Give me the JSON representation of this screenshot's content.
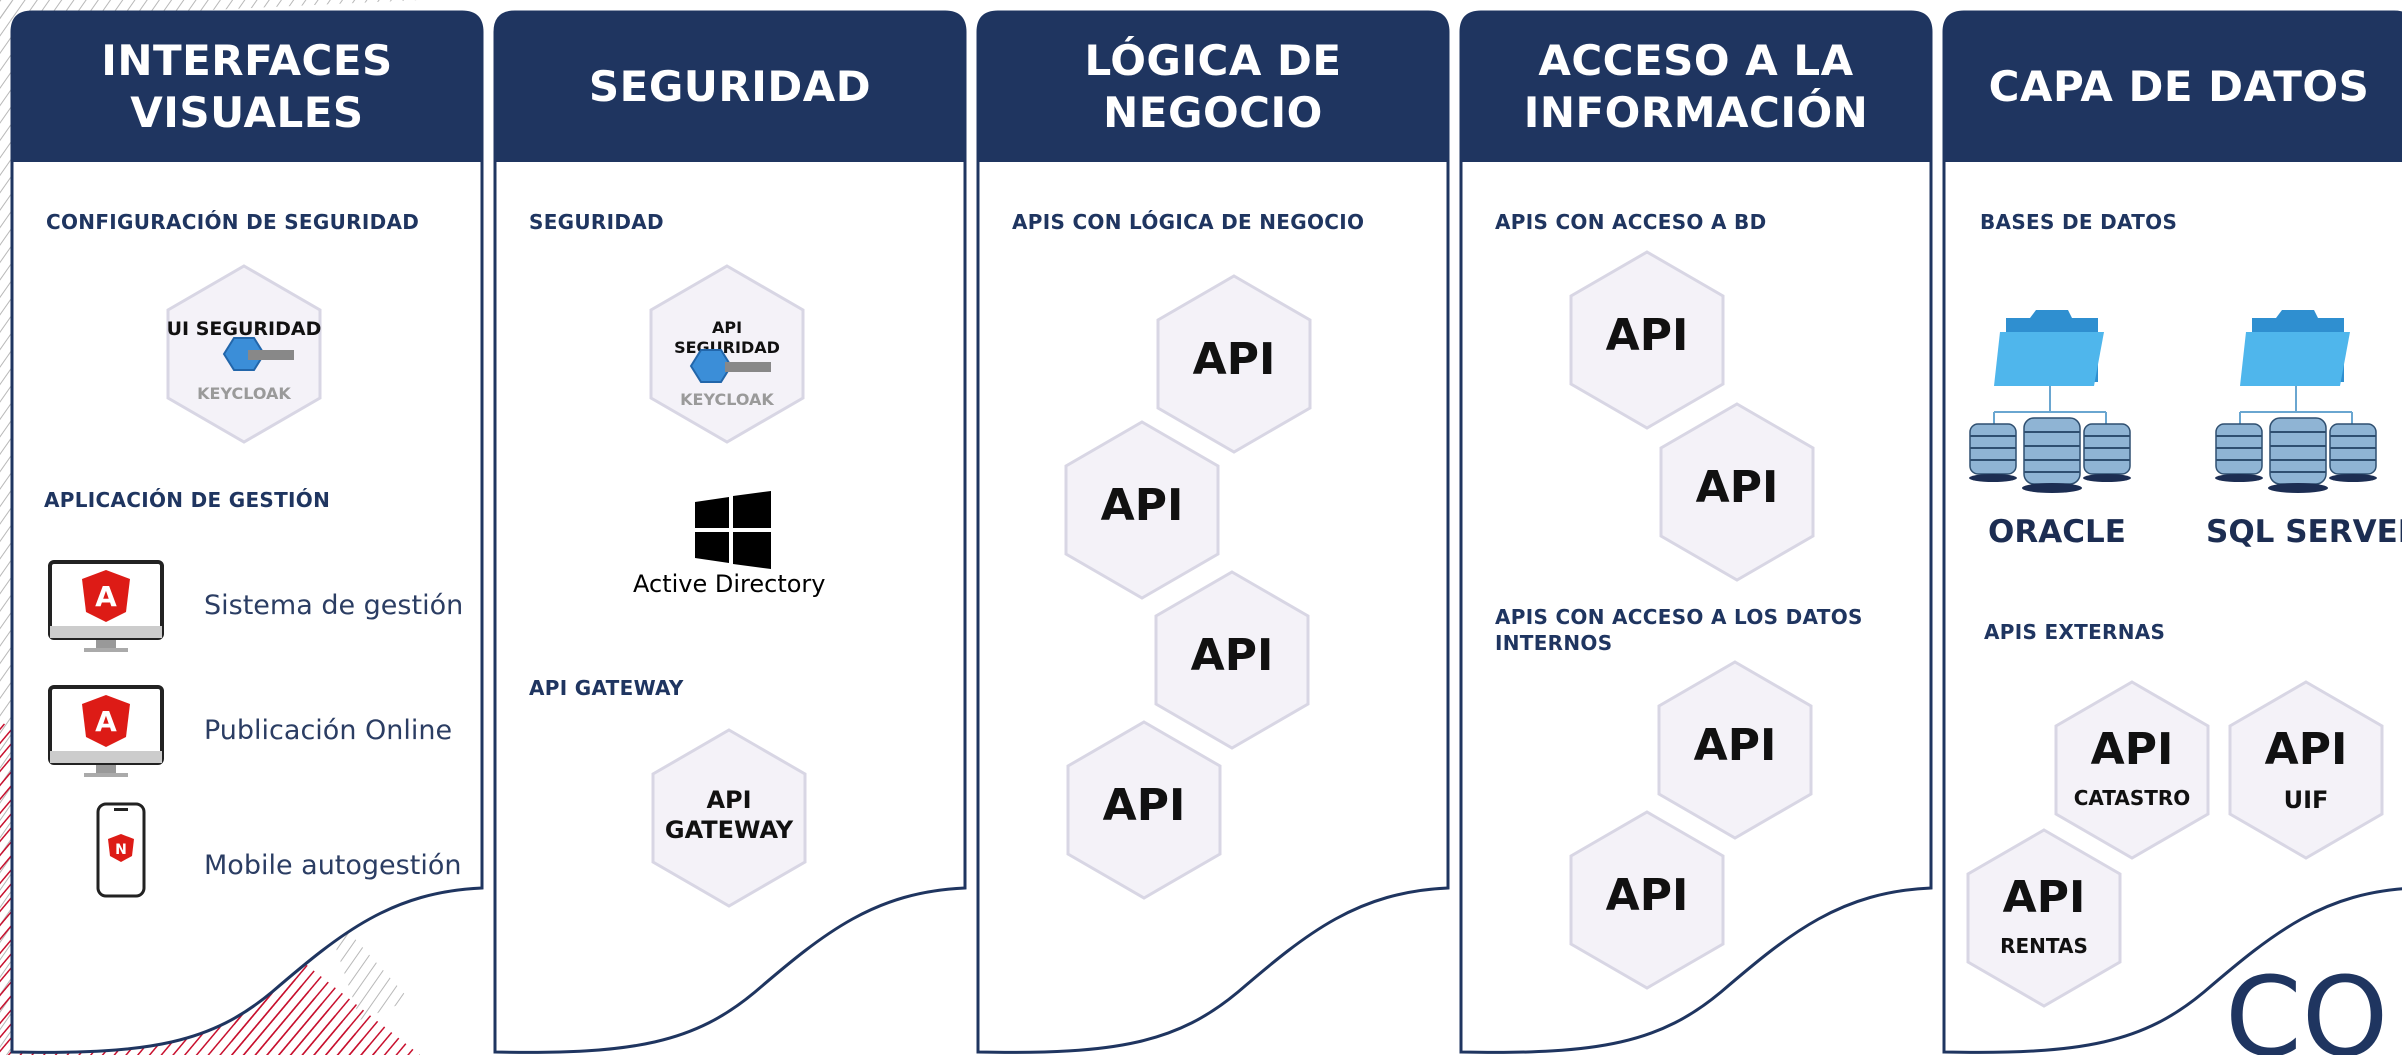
{
  "columns": [
    {
      "title": "INTERFACES\nVISUALES"
    },
    {
      "title": "SEGURIDAD"
    },
    {
      "title": "LÓGICA DE\nNEGOCIO"
    },
    {
      "title": "ACCESO A LA\nINFORMACIÓN"
    },
    {
      "title": "CAPA DE DATOS"
    }
  ],
  "col1": {
    "config_heading": "CONFIGURACIÓN DE SEGURIDAD",
    "ui_seguridad": "UI SEGURIDAD",
    "keycloak": "KEYCLOAK",
    "app_heading": "APLICACIÓN DE GESTIÓN",
    "apps": [
      {
        "label": "Sistema de gestión",
        "icon": "angular-monitor-icon"
      },
      {
        "label": "Publicación Online",
        "icon": "angular-monitor-icon"
      },
      {
        "label": "Mobile autogestión",
        "icon": "mobile-phone-icon"
      }
    ]
  },
  "col2": {
    "heading": "SEGURIDAD",
    "api_seg_line1": "API",
    "api_seg_line2": "SEGURIDAD",
    "keycloak": "KEYCLOAK",
    "active_directory": "Active Directory",
    "gateway_heading": "API GATEWAY",
    "gateway_line1": "API",
    "gateway_line2": "GATEWAY"
  },
  "col3": {
    "heading": "APIS CON LÓGICA DE NEGOCIO",
    "api": "API"
  },
  "col4": {
    "heading_db": "APIS CON ACCESO A BD",
    "heading_internal": "APIS CON ACCESO A LOS DATOS INTERNOS",
    "api": "API"
  },
  "col5": {
    "heading_db": "BASES DE DATOS",
    "oracle": "ORACLE",
    "sqlserver": "SQL SERVER",
    "heading_ext": "APIS EXTERNAS",
    "api": "API",
    "catastro": "CATASTRO",
    "uif": "UIF",
    "rentas": "RENTAS"
  },
  "colors": {
    "header": "#1f3560",
    "text": "#1f3560",
    "accent_red": "#c8102e",
    "folder": "#3aa5e0"
  }
}
